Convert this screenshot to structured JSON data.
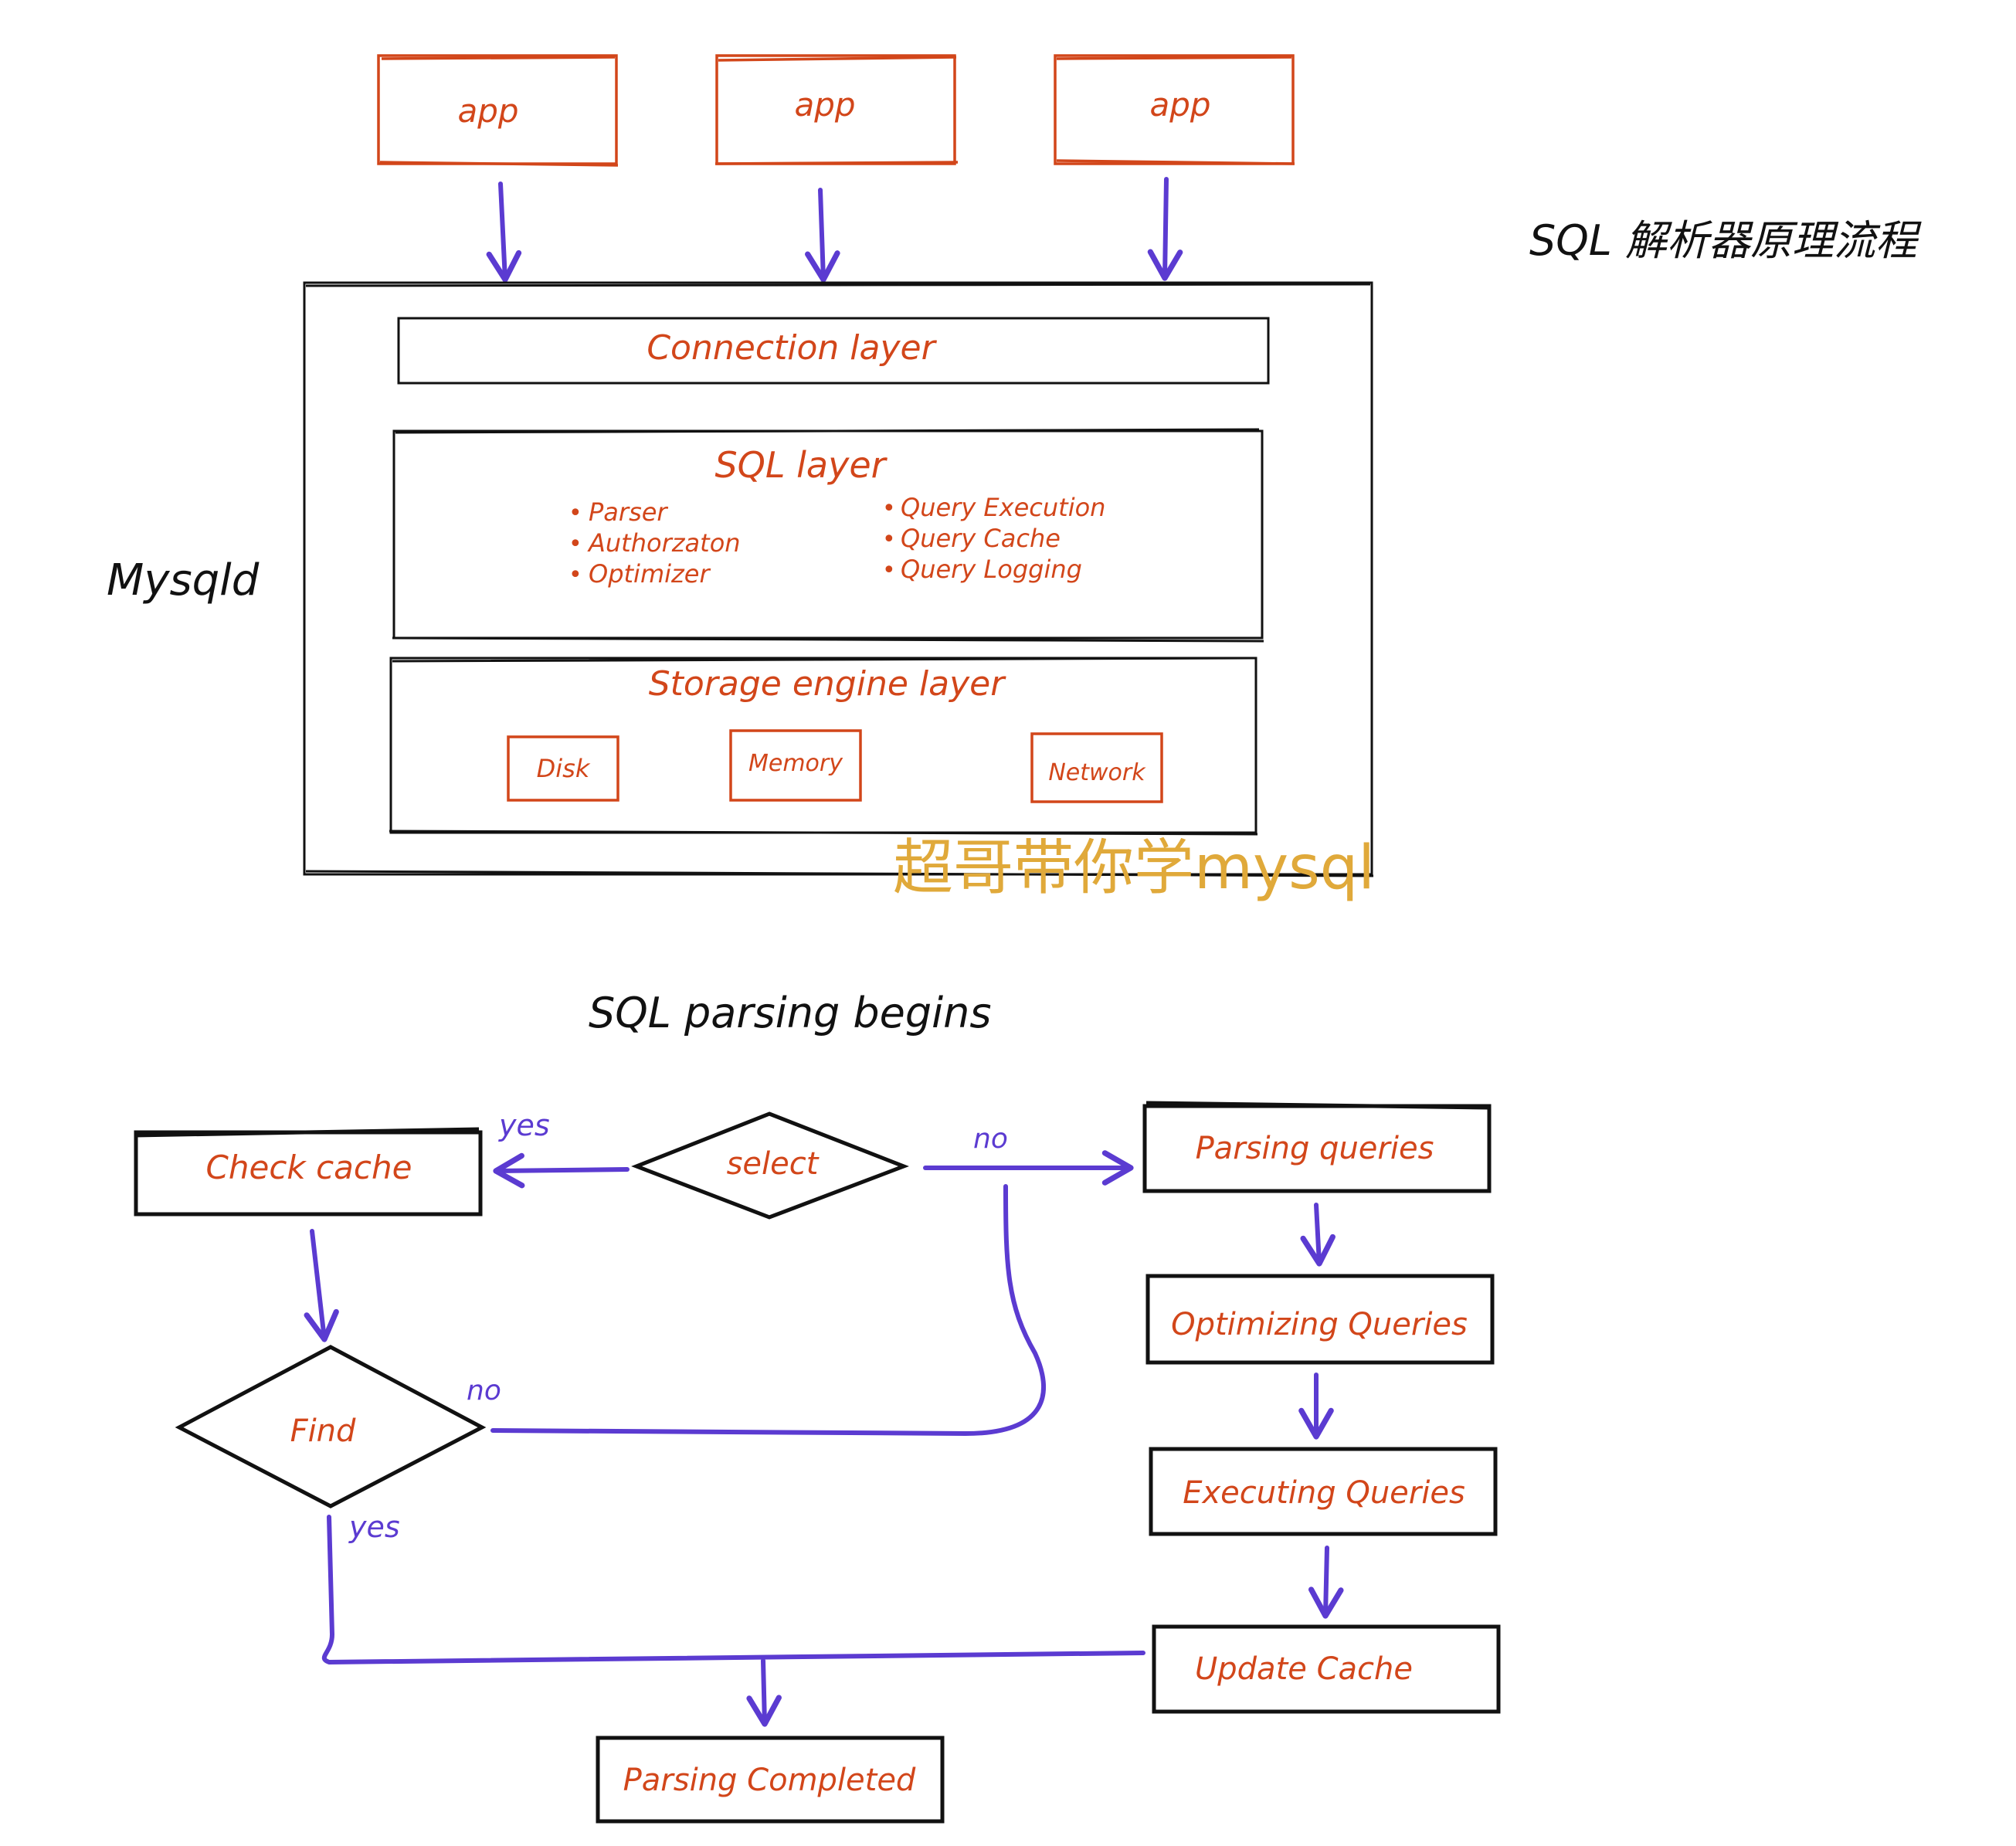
{
  "title": "SQL  解析器原理流程",
  "server_label": "Mysqld",
  "watermark": "超哥带你学mysql",
  "apps": [
    "app",
    "app",
    "app"
  ],
  "layers": {
    "connection": "Connection layer",
    "sql": {
      "title": "SQL layer",
      "left_items": [
        "Parser",
        "Authorzaton",
        "Optimizer"
      ],
      "right_items": [
        "Query Execution",
        "Query Cache",
        "Query Logging"
      ]
    },
    "storage": {
      "title": "Storage engine layer",
      "engines": [
        "Disk",
        "Memory",
        "Network"
      ]
    }
  },
  "flow": {
    "heading": "SQL  parsing begins",
    "select": "select",
    "check_cache": "Check cache",
    "find": "Find",
    "parsing_queries": "Parsing queries",
    "optimizing_queries": "Optimizing Queries",
    "executing_queries": "Executing Queries",
    "update_cache": "Update Cache",
    "parsing_completed": "Parsing Completed",
    "labels": {
      "select_yes": "yes",
      "select_no": "no",
      "find_no": "no",
      "find_yes": "yes"
    }
  },
  "colors": {
    "accent_orange": "#d2461a",
    "arrow_purple": "#5b3bd1",
    "outline_black": "#111111",
    "watermark_gold": "#e0a93a"
  }
}
